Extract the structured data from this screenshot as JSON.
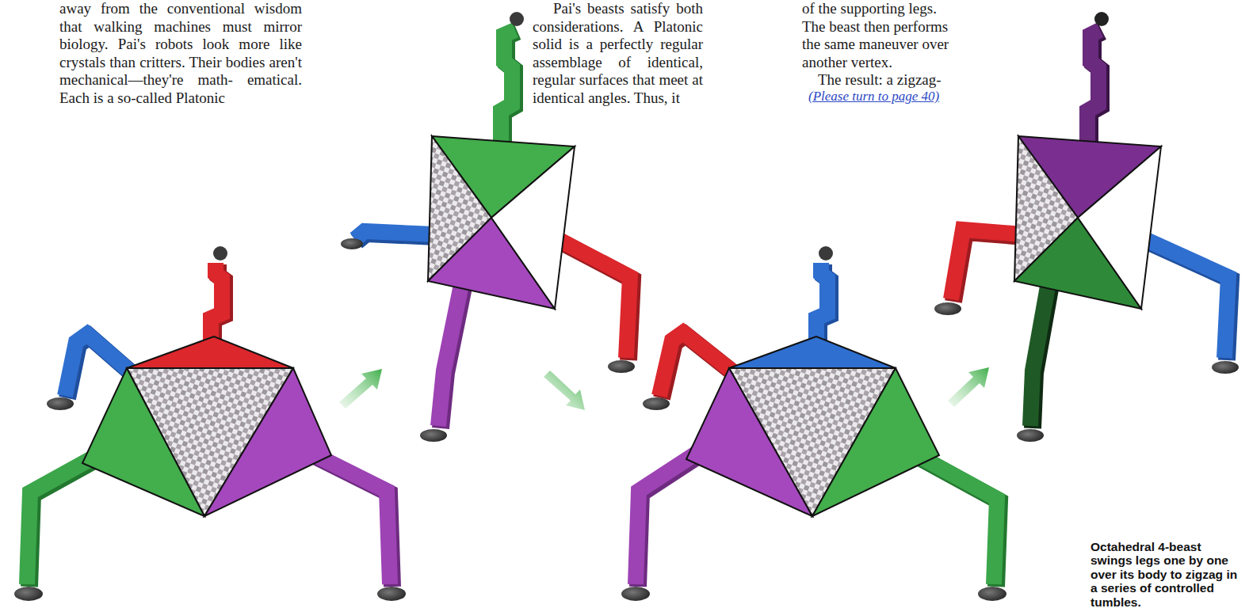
{
  "diagram": {
    "caption": "Octahedral 4-beast swings legs one by one over its body to zigzag in a series of controlled tumbles.",
    "labels": [
      "away from the conventional wisdom that walking machines must mirror biology. Pai's robots look more like crystals than critters. Their bodies aren't mechanical—they're math- ematical. Each is a so-called Platonic",
      "Pai's beasts satisfy both considerations. A Platonic solid is a perfectly regular assemblage of identical, regular surfaces that meet at identical angles. Thus, it",
      "of the supporting legs.",
      "The beast then performs the same maneuver over another vertex.",
      "The result: a zigzag-",
      "(Please turn to page 40)"
    ]
  }
}
